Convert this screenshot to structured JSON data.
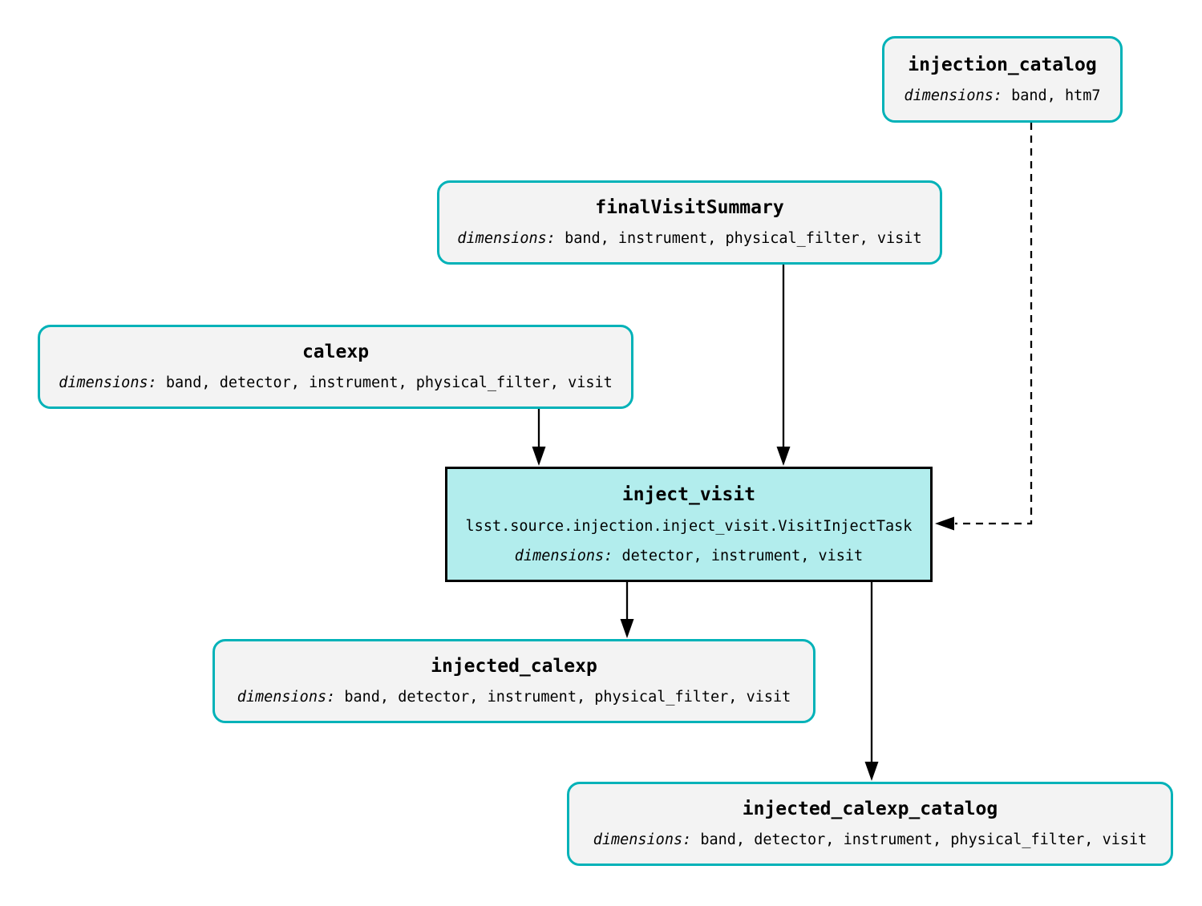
{
  "labels": {
    "dimensions": "dimensions:"
  },
  "nodes": {
    "injection_catalog": {
      "type": "dataset",
      "title": "injection_catalog",
      "dimensions": "band, htm7"
    },
    "finalVisitSummary": {
      "type": "dataset",
      "title": "finalVisitSummary",
      "dimensions": "band, instrument, physical_filter, visit"
    },
    "calexp": {
      "type": "dataset",
      "title": "calexp",
      "dimensions": "band, detector, instrument, physical_filter, visit"
    },
    "inject_visit": {
      "type": "task",
      "title": "inject_visit",
      "task_class": "lsst.source.injection.inject_visit.VisitInjectTask",
      "dimensions": "detector, instrument, visit"
    },
    "injected_calexp": {
      "type": "dataset",
      "title": "injected_calexp",
      "dimensions": "band, detector, instrument, physical_filter, visit"
    },
    "injected_calexp_catalog": {
      "type": "dataset",
      "title": "injected_calexp_catalog",
      "dimensions": "band, detector, instrument, physical_filter, visit"
    }
  },
  "edges": [
    {
      "from": "calexp",
      "to": "inject_visit",
      "style": "solid"
    },
    {
      "from": "finalVisitSummary",
      "to": "inject_visit",
      "style": "solid"
    },
    {
      "from": "injection_catalog",
      "to": "inject_visit",
      "style": "dashed"
    },
    {
      "from": "inject_visit",
      "to": "injected_calexp",
      "style": "solid"
    },
    {
      "from": "inject_visit",
      "to": "injected_calexp_catalog",
      "style": "solid"
    }
  ],
  "colors": {
    "dataset_border": "#00b2b8",
    "dataset_fill": "#f3f3f3",
    "task_fill": "#b2eded",
    "task_border": "#000000",
    "edge_color": "#000000"
  }
}
